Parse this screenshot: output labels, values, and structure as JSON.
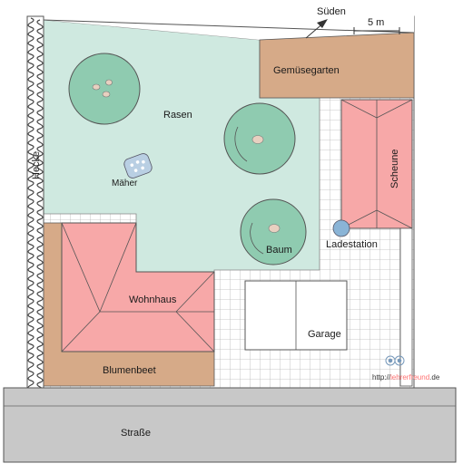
{
  "compass": {
    "label": "Süden"
  },
  "scale": {
    "label": "5 m"
  },
  "areas": {
    "lawn": "Rasen",
    "vegetable_garden": "Gemüsegarten",
    "barn": "Scheune",
    "hedge": "Hecke",
    "mower": "Mäher",
    "tree": "Baum",
    "charging_station": "Ladestation",
    "house": "Wohnhaus",
    "garage": "Garage",
    "flower_bed": "Blumenbeet",
    "street": "Straße"
  },
  "watermark": {
    "prefix": "http://",
    "brand": "lehrerfreund",
    "suffix": ".de"
  },
  "colors": {
    "lawn": "#cfe9e0",
    "tree": "#8fcbb0",
    "building": "#f7a8a8",
    "bed": "#d6aa88",
    "street": "#c8c8c8",
    "tile_grid": "#bbbbbb",
    "outline": "#555555",
    "charging_station": "#8ab4d6",
    "mower": "#b9cfe3",
    "watermark": "#ff7070"
  }
}
